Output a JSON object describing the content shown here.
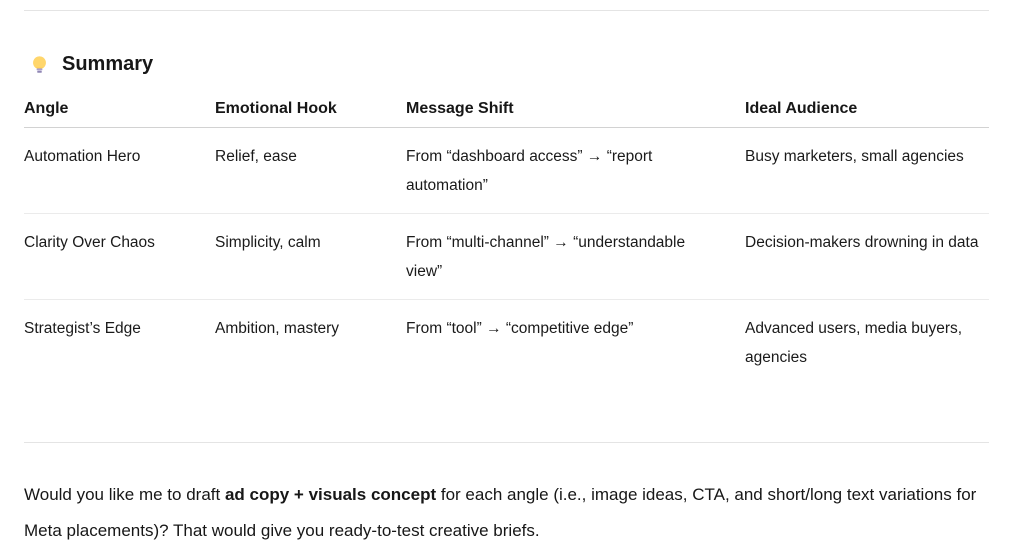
{
  "page": {
    "background_color": "#ffffff",
    "text_color": "#0d0d0d",
    "divider_color": "#e4e4e4",
    "accent_emoji_color": "#ffcf55"
  },
  "summary_section": {
    "icon": "lightbulb",
    "title": "Summary"
  },
  "table": {
    "headers": [
      "Angle",
      "Emotional Hook",
      "Message Shift",
      "Ideal Audience"
    ],
    "rows": [
      {
        "angle": "Automation Hero",
        "emotional_hook": "Relief, ease",
        "message_shift": "From “dashboard access” → “report automation”",
        "ideal_audience": "Busy marketers, small agencies"
      },
      {
        "angle": "Clarity Over Chaos",
        "emotional_hook": "Simplicity, calm",
        "message_shift": "From “multi-channel” → “understandable view”",
        "ideal_audience": "Decision-makers drowning in data"
      },
      {
        "angle": "Strategist’s Edge",
        "emotional_hook": "Ambition, mastery",
        "message_shift": "From “tool” → “competitive edge”",
        "ideal_audience": "Advanced users, media buyers, agencies"
      }
    ]
  },
  "closing_paragraph": {
    "prefix": "Would you like me to draft ",
    "bold": "ad copy + visuals concept",
    "suffix": " for each angle (i.e., image ideas, CTA, and short/long text variations for Meta placements)? That would give you ready-to-test creative briefs."
  }
}
